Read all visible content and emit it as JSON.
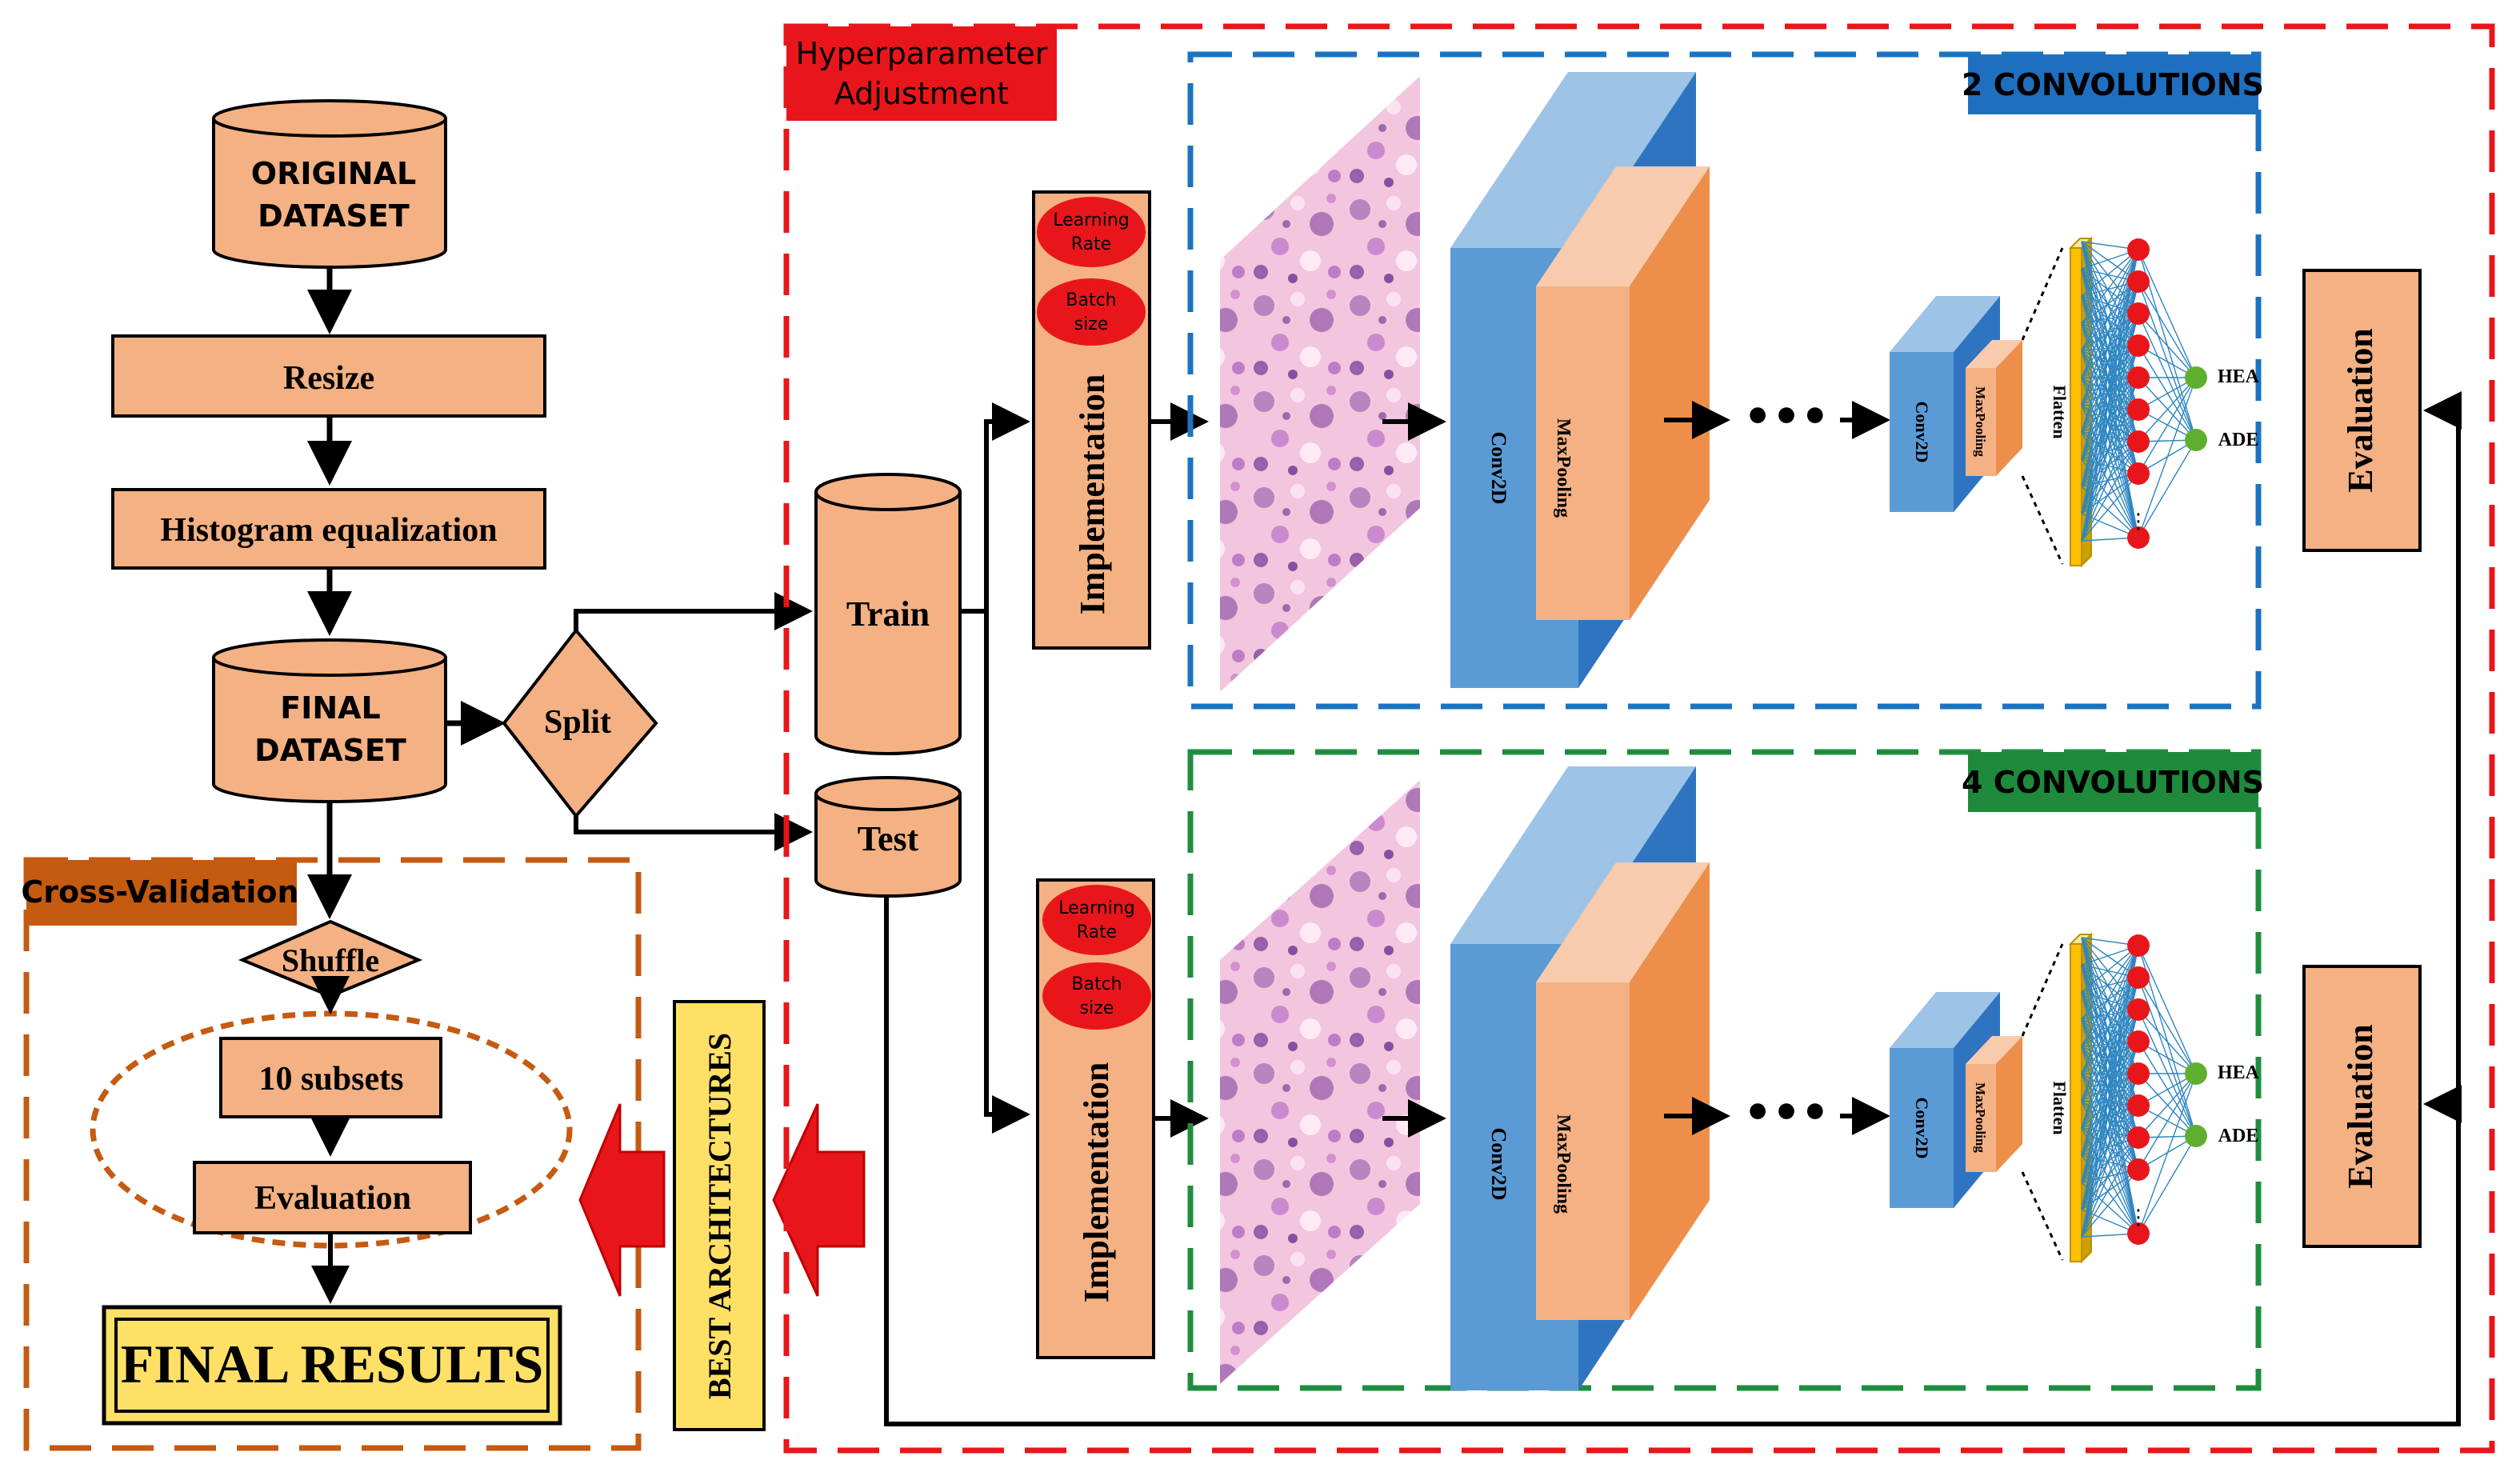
{
  "pipeline": {
    "original_dataset": [
      "ORIGINAL",
      "DATASET"
    ],
    "resize": "Resize",
    "histogram": "Histogram equalization",
    "final_dataset": [
      "FINAL",
      "DATASET"
    ],
    "split": "Split",
    "train": "Train",
    "test": "Test"
  },
  "cross_validation": {
    "title": "Cross-Validation",
    "shuffle": "Shuffle",
    "subsets": "10 subsets",
    "evaluation": "Evaluation",
    "final_results": "FINAL RESULTS"
  },
  "best_architectures": "BEST ARCHITECTURES",
  "hyperparameter": {
    "title": [
      "Hyperparameter",
      "Adjustment"
    ],
    "implementation": "Implementation",
    "learning_rate": [
      "Learning",
      "Rate"
    ],
    "batch_size": [
      "Batch",
      "size"
    ]
  },
  "branches": {
    "top_title": "2 CONVOLUTIONS",
    "bottom_title": "4 CONVOLUTIONS"
  },
  "layers": {
    "conv2d": "Conv2D",
    "maxpooling": "MaxPooling",
    "flatten": "Flatten",
    "dots": "•••",
    "vdots": "⋮",
    "hea": "HEA",
    "ade": "ADE",
    "evaluation": "Evaluation"
  },
  "colors": {
    "box_fill": "#F4B183",
    "red_dash": "#E8161B",
    "blue_dash": "#1A74C2",
    "green_dash": "#1E8E3E",
    "orange_dash": "#C55A11",
    "blue_label": "#1F6FC0",
    "green_label": "#1D8A3C",
    "brown_label": "#C55A11",
    "red_label": "#E8161B",
    "gold": "#FFE066",
    "conv_front": "#5B9BD5",
    "conv_side": "#2F74C0",
    "conv_top": "#9DC3E6",
    "pool_front": "#F4B183",
    "pool_side": "#ED8F4B",
    "neuron_red": "#E8161B",
    "neuron_green": "#5FAF2F"
  }
}
